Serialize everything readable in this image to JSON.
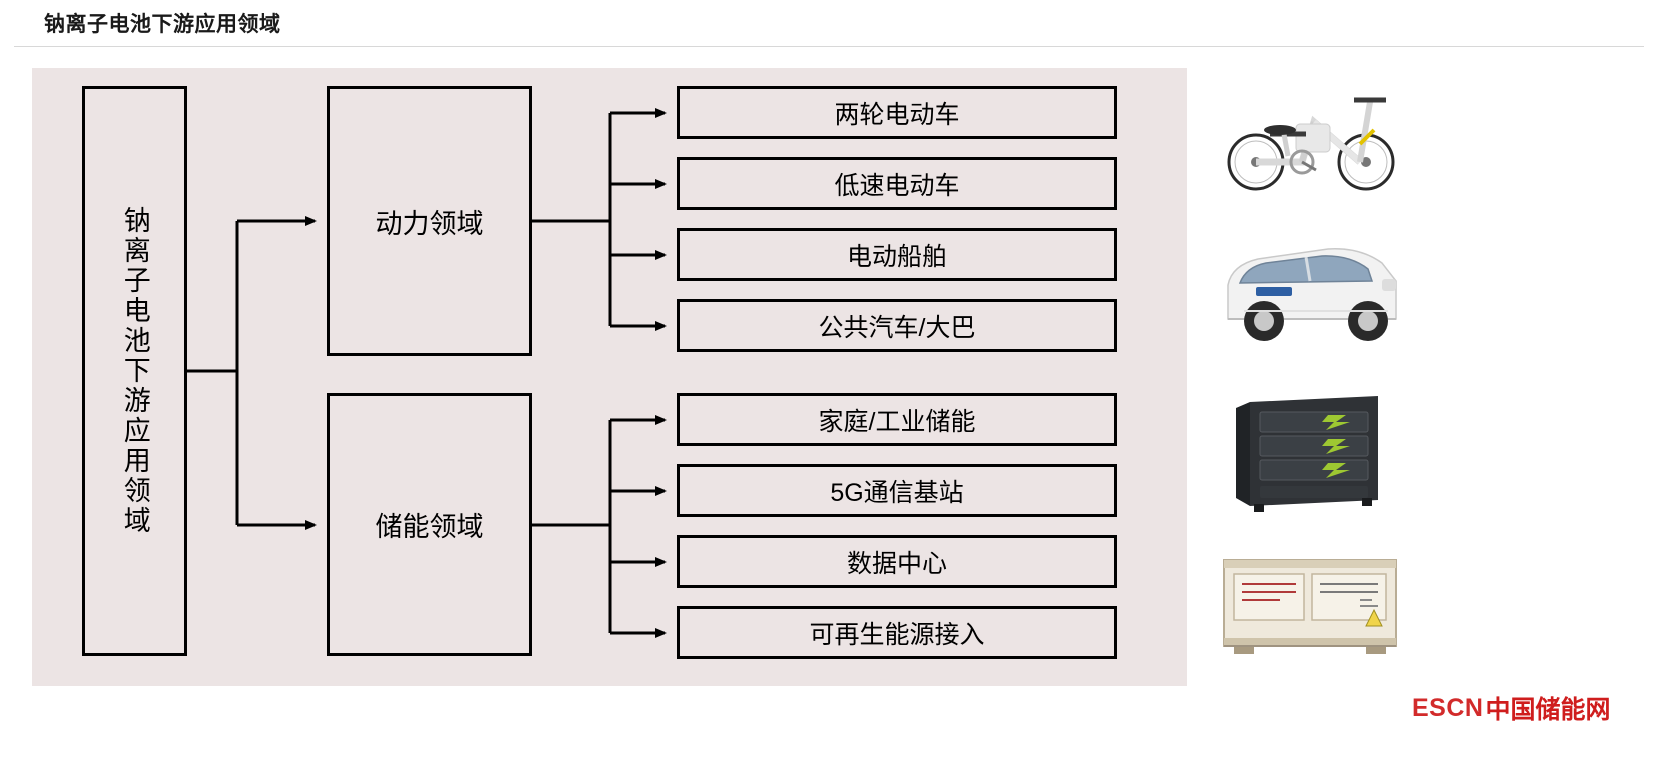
{
  "header": {
    "title": "钠离子电池下游应用领域"
  },
  "diagram": {
    "root": {
      "label": "钠离子电池下游应用领域"
    },
    "categories": [
      {
        "id": "power",
        "label": "动力领域"
      },
      {
        "id": "storage",
        "label": "储能领域"
      }
    ],
    "leaves": [
      {
        "label": "两轮电动车",
        "category": "power"
      },
      {
        "label": "低速电动车",
        "category": "power"
      },
      {
        "label": "电动船舶",
        "category": "power"
      },
      {
        "label": "公共汽车/大巴",
        "category": "power"
      },
      {
        "label": "家庭/工业储能",
        "category": "storage"
      },
      {
        "label": "5G通信基站",
        "category": "storage"
      },
      {
        "label": "数据中心",
        "category": "storage"
      },
      {
        "label": "可再生能源接入",
        "category": "storage"
      }
    ],
    "colors": {
      "panel_background": "#ece4e4",
      "node_border": "#000000",
      "connector": "#000000",
      "text": "#000000"
    }
  },
  "photos": [
    {
      "name": "folding-electric-bicycle-photo"
    },
    {
      "name": "low-speed-electric-car-photo"
    },
    {
      "name": "energy-storage-cabinet-photo"
    },
    {
      "name": "containerized-energy-storage-photo"
    }
  ],
  "logo": {
    "mark": "ESCN",
    "name": "中国储能网",
    "color": "#d22b2b"
  }
}
